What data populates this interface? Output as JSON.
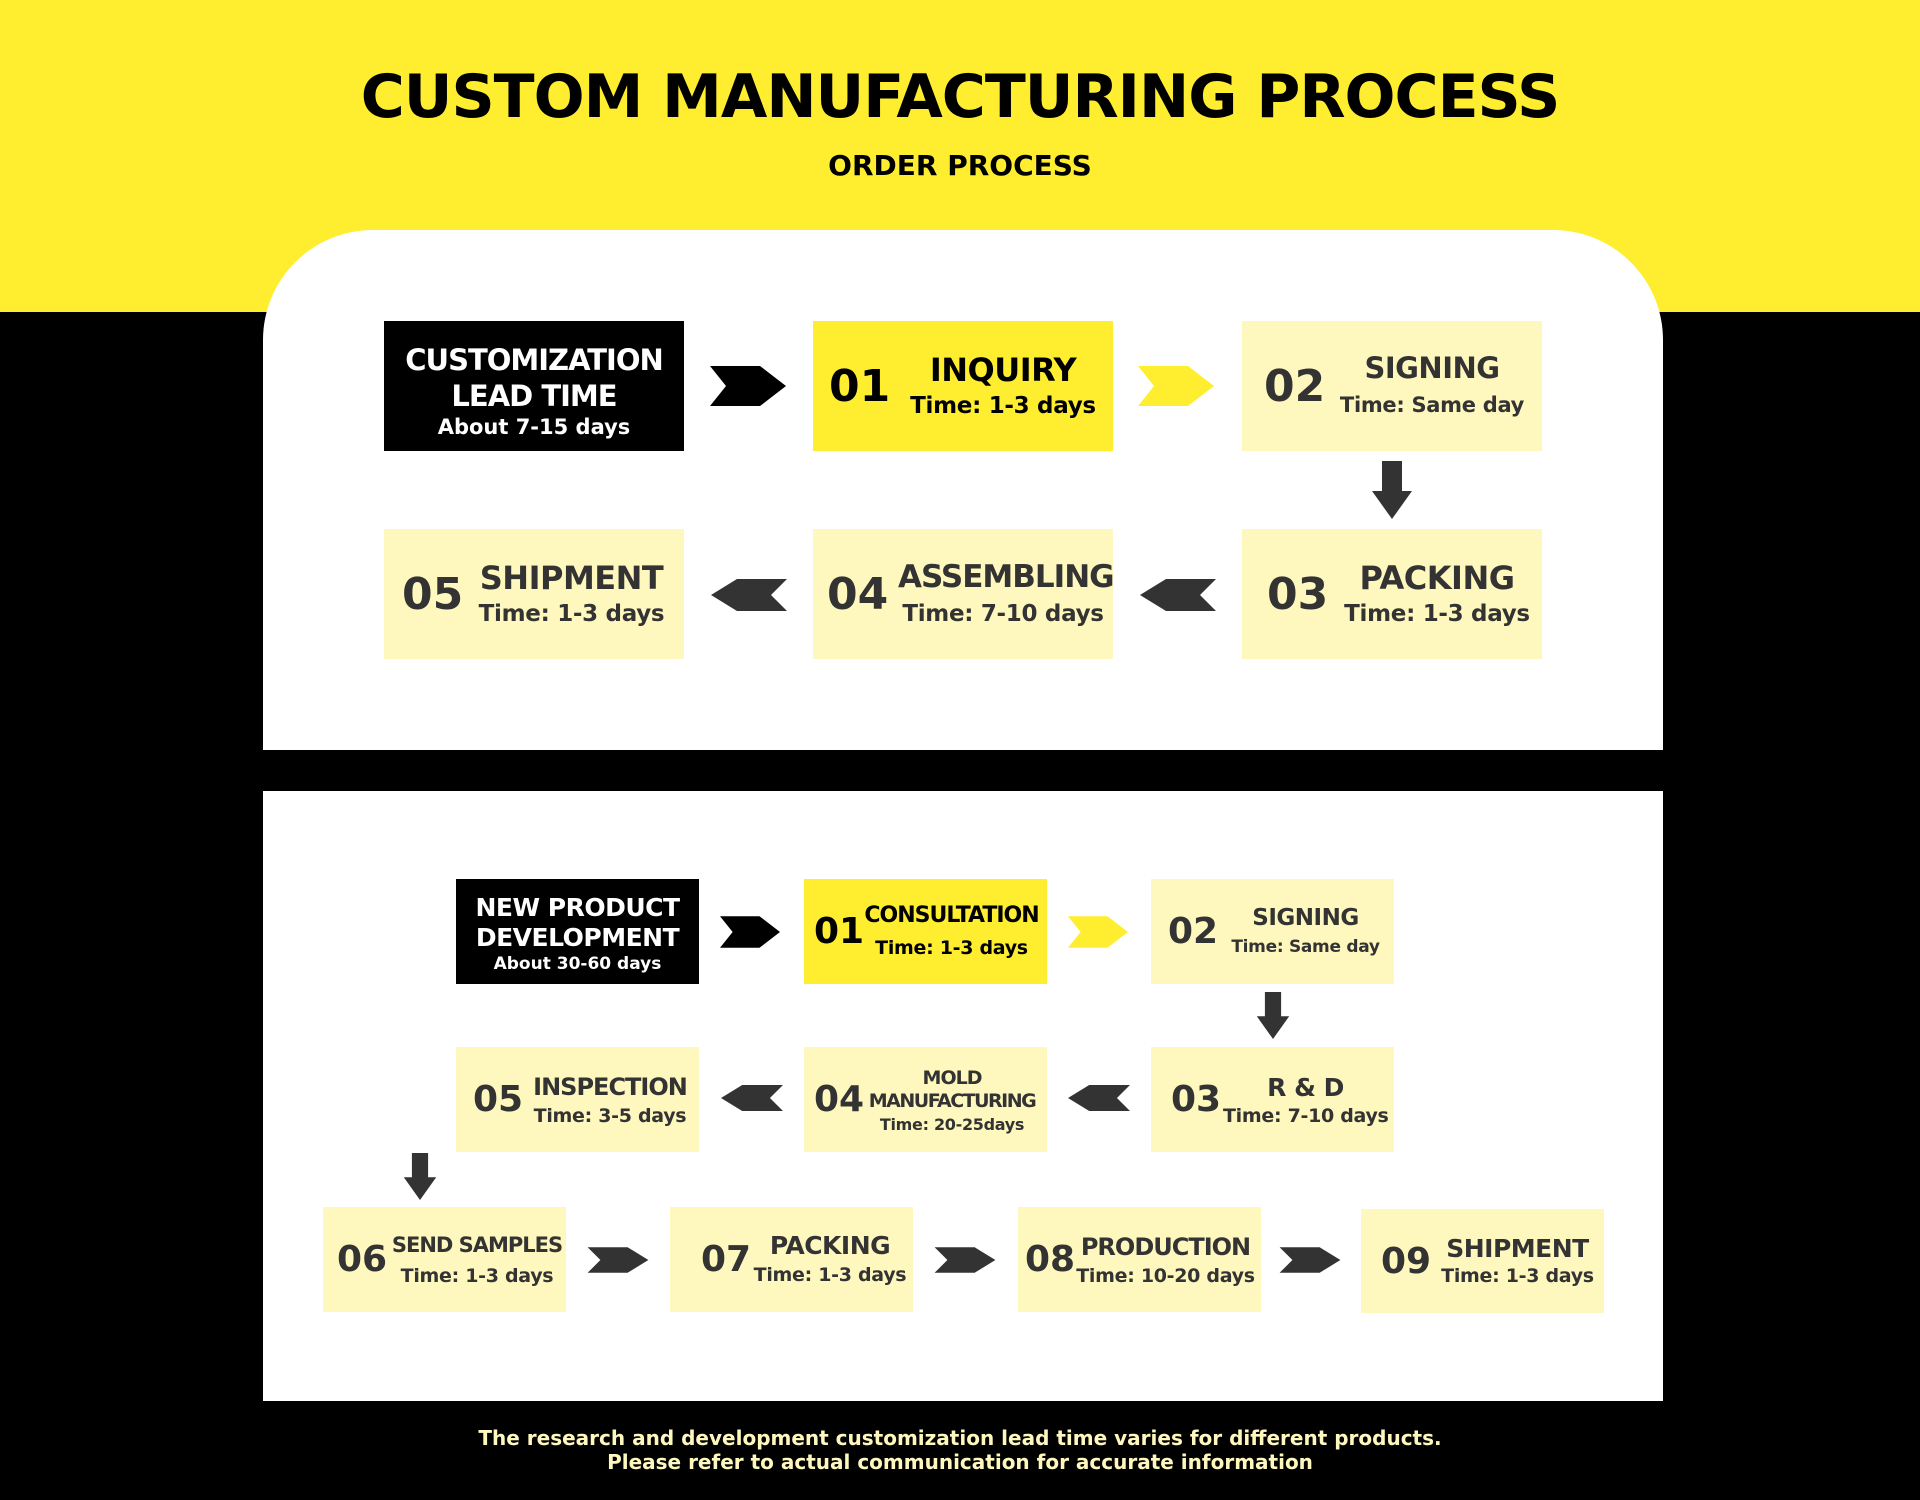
{
  "header": {
    "title": "CUSTOM MANUFACTURING PROCESS",
    "subtitle": "ORDER PROCESS"
  },
  "customization": {
    "intro": {
      "line1": "CUSTOMIZATION",
      "line2": "LEAD TIME",
      "note": "About 7-15 days"
    },
    "steps": [
      {
        "num": "01",
        "label": "INQUIRY",
        "time": "Time:  1-3 days"
      },
      {
        "num": "02",
        "label": "SIGNING",
        "time": "Time:  Same day"
      },
      {
        "num": "03",
        "label": "PACKING",
        "time": "Time:  1-3 days"
      },
      {
        "num": "04",
        "label": "ASSEMBLING",
        "time": "Time:  7-10 days"
      },
      {
        "num": "05",
        "label": "SHIPMENT",
        "time": "Time:  1-3 days"
      }
    ]
  },
  "new_product": {
    "intro": {
      "line1": "NEW PRODUCT",
      "line2": "DEVELOPMENT",
      "note": "About 30-60 days"
    },
    "steps": [
      {
        "num": "01",
        "label": "CONSULTATION",
        "time": "Time:  1-3 days"
      },
      {
        "num": "02",
        "label": "SIGNING",
        "time": "Time:  Same day"
      },
      {
        "num": "03",
        "label": "R & D",
        "time": "Time:  7-10 days"
      },
      {
        "num": "04",
        "label": "MOLD",
        "label2": "MANUFACTURING",
        "time": "Time:  20-25days"
      },
      {
        "num": "05",
        "label": "INSPECTION",
        "time": "Time:  3-5 days"
      },
      {
        "num": "06",
        "label": "SEND SAMPLES",
        "time": "Time:  1-3 days"
      },
      {
        "num": "07",
        "label": "PACKING",
        "time": "Time:  1-3 days"
      },
      {
        "num": "08",
        "label": "PRODUCTION",
        "time": "Time:  10-20 days"
      },
      {
        "num": "09",
        "label": "SHIPMENT",
        "time": "Time:  1-3 days"
      }
    ]
  },
  "footer": {
    "line1": "The research and development customization lead time varies for different products.",
    "line2": "Please refer to actual communication for accurate information"
  },
  "colors": {
    "yellow": "#FFEE2F",
    "pale_yellow": "#FFF8BE",
    "black": "#000000",
    "dark_gray": "#333333",
    "white": "#FFFFFF"
  },
  "icons": {
    "arrow": "chevron-arrow-icon"
  }
}
